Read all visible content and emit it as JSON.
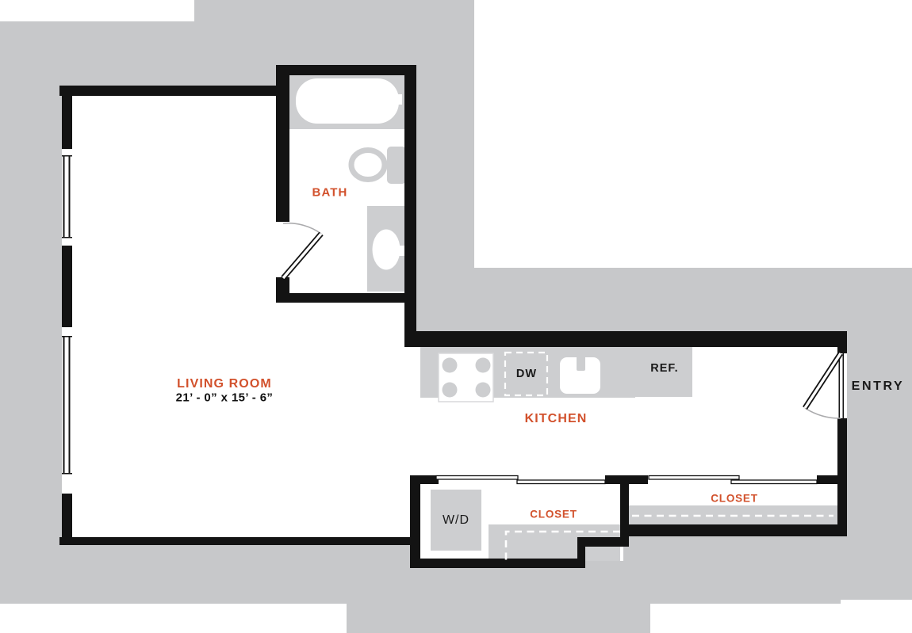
{
  "plan": {
    "rooms": {
      "bath": {
        "label": "BATH"
      },
      "living_room": {
        "label": "LIVING ROOM",
        "dimensions": "21’ - 0” x 15’ - 6”"
      },
      "kitchen": {
        "label": "KITCHEN"
      },
      "closet_lower": {
        "label": "CLOSET"
      },
      "closet_entry": {
        "label": "CLOSET"
      },
      "entry": {
        "label": "ENTRY"
      }
    },
    "fixtures": {
      "dishwasher": {
        "label": "DW"
      },
      "refrigerator": {
        "label": "REF."
      },
      "washer_dryer": {
        "label": "W/D"
      }
    },
    "colors": {
      "background_gray": "#c7c8ca",
      "fixture_gray": "#cdced0",
      "wall_black": "#131313",
      "accent_orange": "#d2512c",
      "door_arc_gray": "#ababad"
    }
  }
}
